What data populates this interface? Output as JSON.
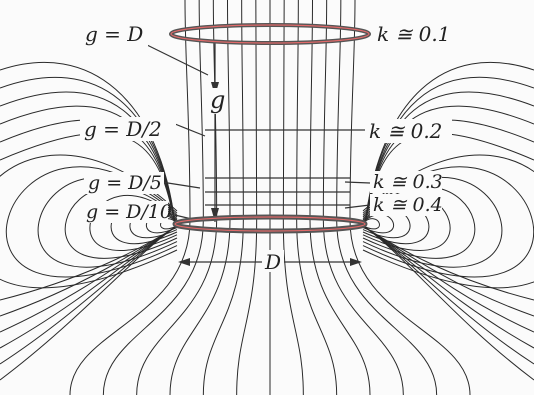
{
  "labels": {
    "g_eq_D": "g = D",
    "g_gap": "g",
    "g_eq_D2": "g = D/2",
    "g_eq_D5": "g = D/5",
    "g_eq_D10": "g = D/10",
    "k_01": "k ≅ 0.1",
    "k_02": "k ≅ 0.2",
    "k_03": "k ≅ 0.3",
    "k_04": "k ≅ 0.4",
    "diameter": "D"
  },
  "colors": {
    "coil": "#555555",
    "coil_highlight": "#e06a6a",
    "field": "#2a2a2a",
    "text": "#222222"
  }
}
